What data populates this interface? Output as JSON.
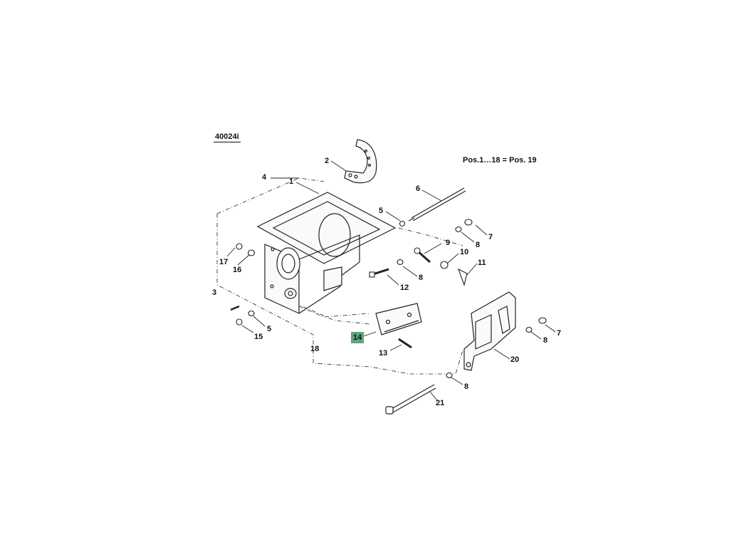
{
  "diagram": {
    "reference_code": "40024i",
    "note": "Pos.1…18 = Pos. 19",
    "highlight_color": "#5fa67e",
    "parts": [
      {
        "id": "p1",
        "label": "1"
      },
      {
        "id": "p2",
        "label": "2"
      },
      {
        "id": "p3",
        "label": "3"
      },
      {
        "id": "p4",
        "label": "4"
      },
      {
        "id": "p5a",
        "label": "5"
      },
      {
        "id": "p5b",
        "label": "5"
      },
      {
        "id": "p6",
        "label": "6"
      },
      {
        "id": "p7a",
        "label": "7"
      },
      {
        "id": "p7b",
        "label": "7"
      },
      {
        "id": "p8a",
        "label": "8"
      },
      {
        "id": "p8b",
        "label": "8"
      },
      {
        "id": "p8c",
        "label": "8"
      },
      {
        "id": "p8d",
        "label": "8"
      },
      {
        "id": "p9",
        "label": "9"
      },
      {
        "id": "p10",
        "label": "10"
      },
      {
        "id": "p11",
        "label": "11"
      },
      {
        "id": "p12",
        "label": "12"
      },
      {
        "id": "p13",
        "label": "13"
      },
      {
        "id": "p14",
        "label": "14",
        "highlighted": true
      },
      {
        "id": "p15",
        "label": "15"
      },
      {
        "id": "p16",
        "label": "16"
      },
      {
        "id": "p17",
        "label": "17"
      },
      {
        "id": "p18",
        "label": "18"
      },
      {
        "id": "p20",
        "label": "20"
      },
      {
        "id": "p21",
        "label": "21"
      }
    ]
  }
}
